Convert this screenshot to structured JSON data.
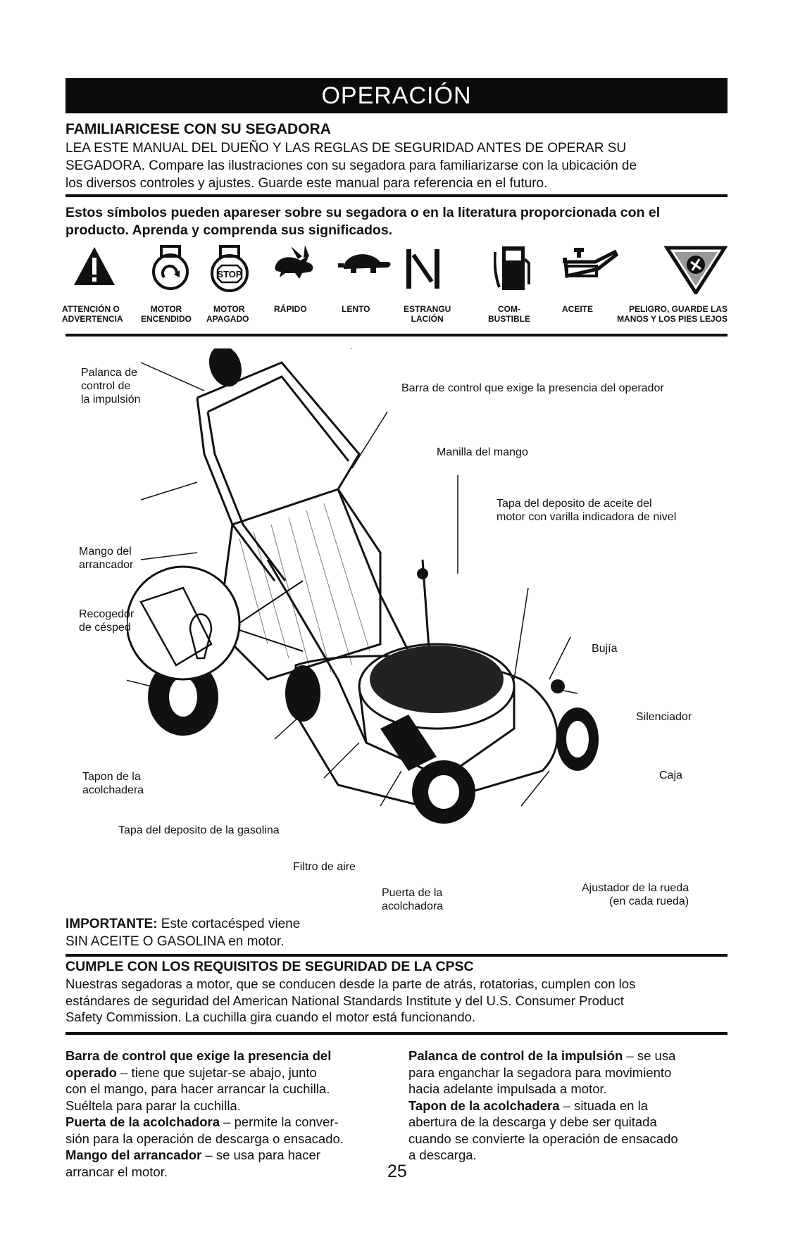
{
  "banner": "OPERACIÓN",
  "section1": {
    "heading": "FAMILIARICESE CON SU SEGADORA",
    "line1": "LEA ESTE MANUAL DEL DUEÑO Y LAS REGLAS DE SEGURIDAD ANTES DE OPERAR SU",
    "line2": "SEGADORA. Compare las ilustraciones con su segadora para familiarizarse con la ubicación de",
    "line3": "los diversos controles y ajustes. Guarde este manual para referencia en el futuro."
  },
  "symbols_intro": {
    "line1": "Estos símbolos pueden apareser sobre su segadora o en la literatura proporcionada con el",
    "line2": "producto.  Aprenda y comprenda sus significados."
  },
  "symbols": [
    {
      "icon": "warning-triangle-icon",
      "label1": "ATTENCIÓN O",
      "label2": "ADVERTENCIA"
    },
    {
      "icon": "engine-on-icon",
      "label1": "MOTOR",
      "label2": "ENCENDIDO"
    },
    {
      "icon": "engine-stop-icon",
      "label1": "MOTOR",
      "label2": "APAGADO",
      "stop_text": "STOP"
    },
    {
      "icon": "fast-hare-icon",
      "label1": "RÁPIDO",
      "label2": ""
    },
    {
      "icon": "slow-turtle-icon",
      "label1": "LENTO",
      "label2": ""
    },
    {
      "icon": "choke-icon",
      "label1": "ESTRANGU",
      "label2": "LACIÓN"
    },
    {
      "icon": "fuel-pump-icon",
      "label1": "COM-",
      "label2": "BUSTIBLE"
    },
    {
      "icon": "oil-can-icon",
      "label1": "ACEITE",
      "label2": ""
    },
    {
      "icon": "hand-foot-danger-icon",
      "label1": "PELIGRO, GUARDE LAS",
      "label2": "MANOS Y LOS PIES LEJOS"
    }
  ],
  "diagram_labels": {
    "drive_lever": [
      "Palanca de",
      "control de",
      "la impulsión"
    ],
    "control_bar": "Barra de control que exige la presencia del operador",
    "handle": "Manilla del mango",
    "oil_cap": [
      "Tapa del deposito de aceite del",
      "motor con varilla indicadora de nivel"
    ],
    "starter": [
      "Mango del",
      "arrancador"
    ],
    "catcher": [
      "Recogedor",
      "de césped"
    ],
    "spark_plug": "Bujía",
    "muffler": "Silenciador",
    "housing": "Caja",
    "plug": [
      "Tapon de la",
      "acolchadera"
    ],
    "gas_cap": "Tapa del deposito de la gasolina",
    "air_filter": "Filtro de aire",
    "mulch_door": [
      "Puerta de la",
      "acolchadora"
    ],
    "wheel_adjuster": [
      "Ajustador de la rueda",
      "(en cada rueda)"
    ]
  },
  "important": {
    "label": "IMPORTANTE:",
    "line1": " Este cortacésped viene",
    "line2": "SIN ACEITE O GASOLINA en motor."
  },
  "cpsc": {
    "heading": "CUMPLE CON LOS REQUISITOS DE SEGURIDAD DE LA CPSC",
    "line1": "Nuestras segadoras a motor, que se conducen desde la parte de atrás, rotatorias, cumplen con los",
    "line2": "estándares de seguridad del American National Standards Institute y del U.S. Consumer Product",
    "line3": "Safety Commission. La cuchilla gira cuando el motor está funcionando."
  },
  "left_col": {
    "t1a": "Barra de control que exige la presencia del",
    "t1b": "operado",
    "d1a": " – tiene que sujetar-se abajo, junto",
    "d1b": "con el mango, para hacer arrancar la cuchilla.",
    "d1c": "Suéltela para parar la cuchilla.",
    "t2": "Puerta de la acolchadora",
    "d2a": " – permite la conver-",
    "d2b": "sión para la operación de descarga o ensacado.",
    "t3": "Mango del arrancador",
    "d3a": " – se usa para hacer",
    "d3b": "arrancar el motor."
  },
  "right_col": {
    "t1": "Palanca de control de la impulsión",
    "d1a": " – se usa",
    "d1b": "para enganchar la segadora para movimiento",
    "d1c": "hacia adelante impulsada a motor.",
    "t2": "Tapon de la acolchadera",
    "d2a": " – situada en la",
    "d2b": "abertura de la descarga y debe ser quitada",
    "d2c": "cuando se convierte la operación de ensacado",
    "d2d": "a descarga."
  },
  "page_number": "25"
}
